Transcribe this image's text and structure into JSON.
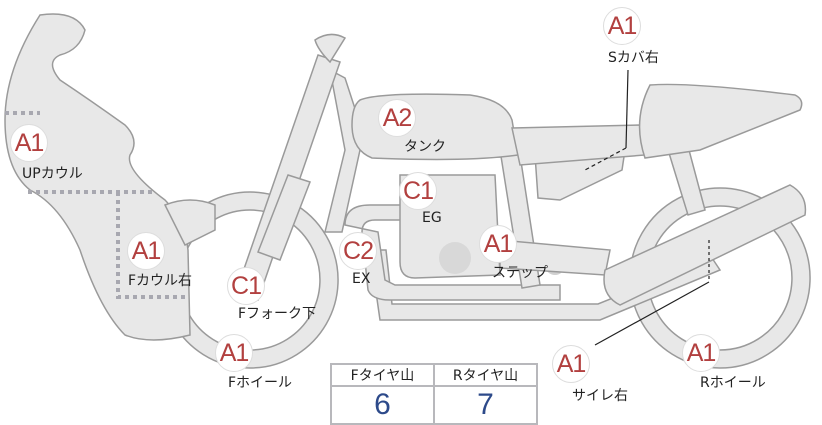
{
  "parts": [
    {
      "id": "s-cover-right",
      "grade": "A1",
      "label": "Sカバ右"
    },
    {
      "id": "tank",
      "grade": "A2",
      "label": "タンク"
    },
    {
      "id": "up-cowl",
      "grade": "A1",
      "label": "UPカウル"
    },
    {
      "id": "engine",
      "grade": "C1",
      "label": "EG"
    },
    {
      "id": "f-cowl-right",
      "grade": "A1",
      "label": "Fカウル右"
    },
    {
      "id": "exhaust",
      "grade": "C2",
      "label": "EX"
    },
    {
      "id": "step",
      "grade": "A1",
      "label": "ステップ"
    },
    {
      "id": "f-fork-lower",
      "grade": "C1",
      "label": "Fフォーク下"
    },
    {
      "id": "f-wheel",
      "grade": "A1",
      "label": "Fホイール"
    },
    {
      "id": "silencer-right",
      "grade": "A1",
      "label": "サイレ右"
    },
    {
      "id": "r-wheel",
      "grade": "A1",
      "label": "Rホイール"
    }
  ],
  "tire_tread": {
    "front_label": "Fタイヤ山",
    "front_value": "6",
    "rear_label": "Rタイヤ山",
    "rear_value": "7"
  },
  "colors": {
    "grade": "#b2403f",
    "value": "#2d4a8a",
    "part_fill": "#e8e8e8",
    "part_stroke": "#9a9a9a"
  }
}
